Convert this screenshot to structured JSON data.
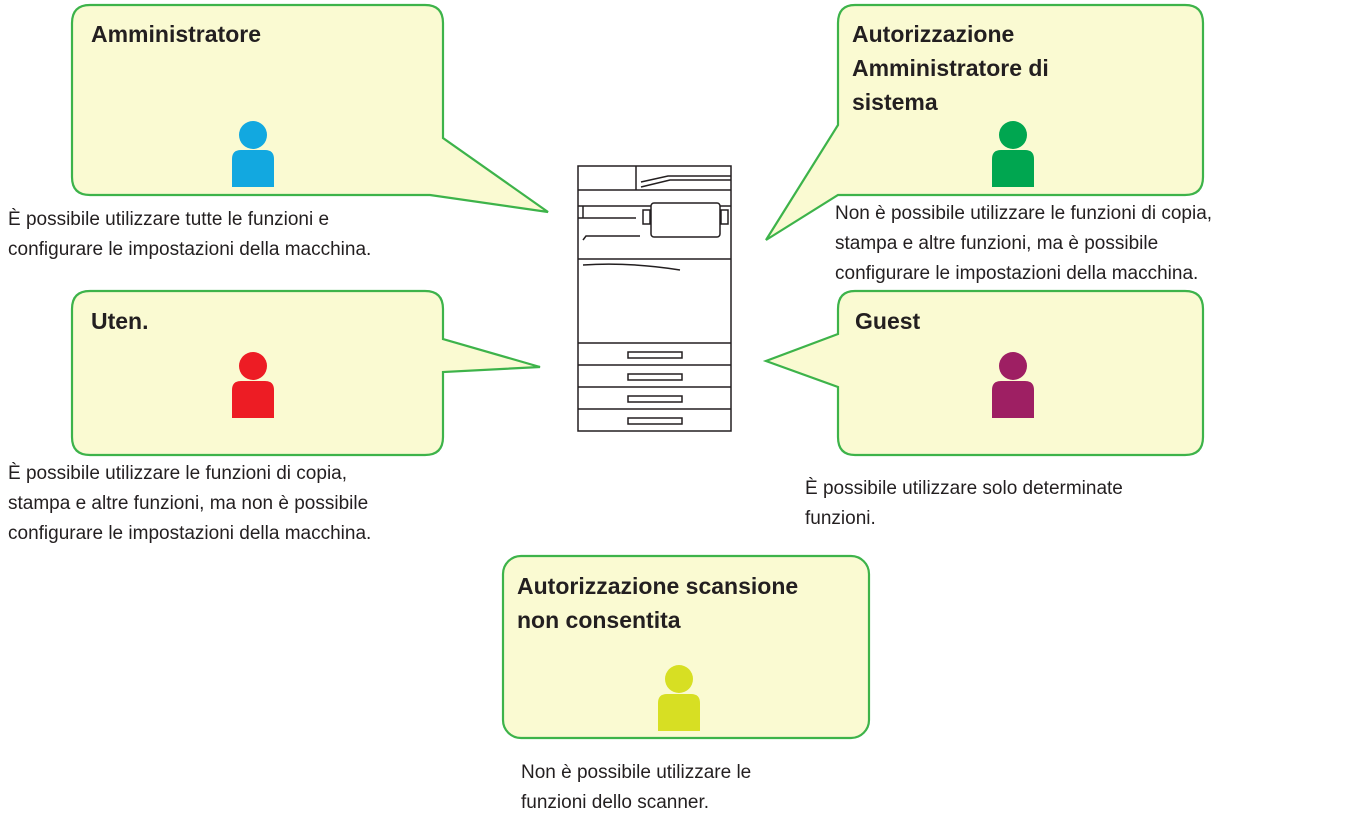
{
  "colors": {
    "bubble_fill": "#fafad2",
    "bubble_stroke": "#3db34a",
    "text": "#231f20"
  },
  "center_device": {
    "icon": "multifunction-printer-icon"
  },
  "roles": [
    {
      "id": "administrator",
      "title": "Amministratore",
      "person_color": "#12a8e0",
      "description": "È possibile utilizzare tutte le funzioni e\nconfigurare le impostazioni della macchina."
    },
    {
      "id": "system-admin-authorization",
      "title": "Autorizzazione\nAmministratore di\nsistema",
      "person_color": "#00a650",
      "description": "Non è possibile utilizzare le funzioni di copia,\nstampa e altre funzioni, ma è possibile\nconfigurare le impostazioni della macchina."
    },
    {
      "id": "user",
      "title": "Uten.",
      "person_color": "#ed1c24",
      "description": "È possibile utilizzare le funzioni di copia,\nstampa e altre funzioni, ma non è possibile\nconfigurare le impostazioni della macchina."
    },
    {
      "id": "guest",
      "title": "Guest",
      "person_color": "#9e1f63",
      "description": "È possibile utilizzare solo determinate\nfunzioni."
    },
    {
      "id": "no-scan-authorization",
      "title": "Autorizzazione scansione\nnon consentita",
      "person_color": "#d7df23",
      "description": "Non è possibile utilizzare le\nfunzioni dello scanner."
    }
  ]
}
